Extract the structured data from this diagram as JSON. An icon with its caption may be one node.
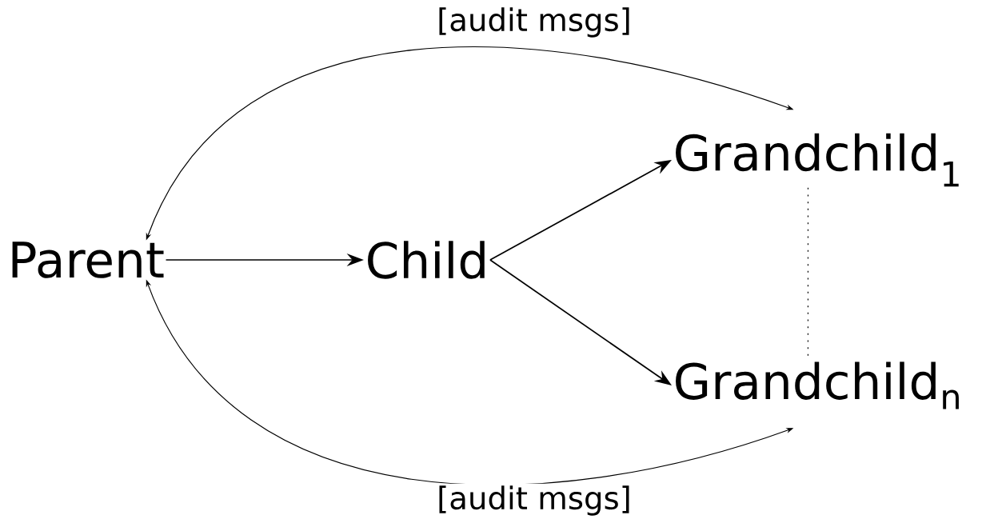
{
  "diagram": {
    "nodes": [
      {
        "text": [
          "Parent"
        ]
      },
      {
        "text": [
          "Child"
        ]
      },
      {
        "text": [
          "Grandchild$_{1}$"
        ]
      },
      {
        "text": [
          "Grandchild$_{n}$"
        ]
      }
    ],
    "edges": [
      {
        "from": 0,
        "to": 1,
        "arrow": "to"
      },
      {
        "from": 1,
        "to": 2,
        "arrow": "to"
      },
      {
        "from": 1,
        "to": 3,
        "arrow": "to"
      },
      {
        "from": 0,
        "to": 2,
        "arrow": "both",
        "label": "[audit msgs]"
      },
      {
        "from": 0,
        "to": 3,
        "arrow": "both",
        "label": "[audit msgs]"
      },
      {
        "from": 2,
        "to": 3,
        "arrow": "none",
        "style": "dashed"
      }
    ]
  }
}
